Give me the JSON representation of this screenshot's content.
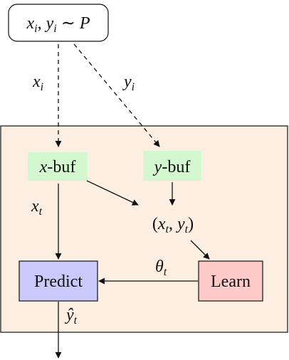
{
  "nodes": {
    "source": {
      "var_x": "x",
      "sub_x": "i",
      "comma": ", ",
      "var_y": "y",
      "sub_y": "i",
      "rel": " ∼ ",
      "dist": "P"
    },
    "xbuf": {
      "var": "x",
      "suffix": "-buf"
    },
    "ybuf": {
      "var": "y",
      "suffix": "-buf"
    },
    "pair": {
      "open": "(",
      "var_x": "x",
      "sub_x": "t",
      "comma": ", ",
      "var_y": "y",
      "sub_y": "t",
      "close": ")"
    },
    "predict": {
      "label": "Predict"
    },
    "learn": {
      "label": "Learn"
    }
  },
  "edges": {
    "xi": {
      "var": "x",
      "sub": "i"
    },
    "yi": {
      "var": "y",
      "sub": "i"
    },
    "xt": {
      "var": "x",
      "sub": "t"
    },
    "theta": {
      "var": "θ",
      "sub": "t"
    },
    "yhat": {
      "var": "ŷ",
      "sub": "t"
    }
  },
  "colors": {
    "container_fill": "#fdeee2",
    "buffer_fill": "#d3f7cf",
    "predict_fill": "#c9c9fb",
    "learn_fill": "#fdc9c9",
    "stroke": "#111111"
  }
}
